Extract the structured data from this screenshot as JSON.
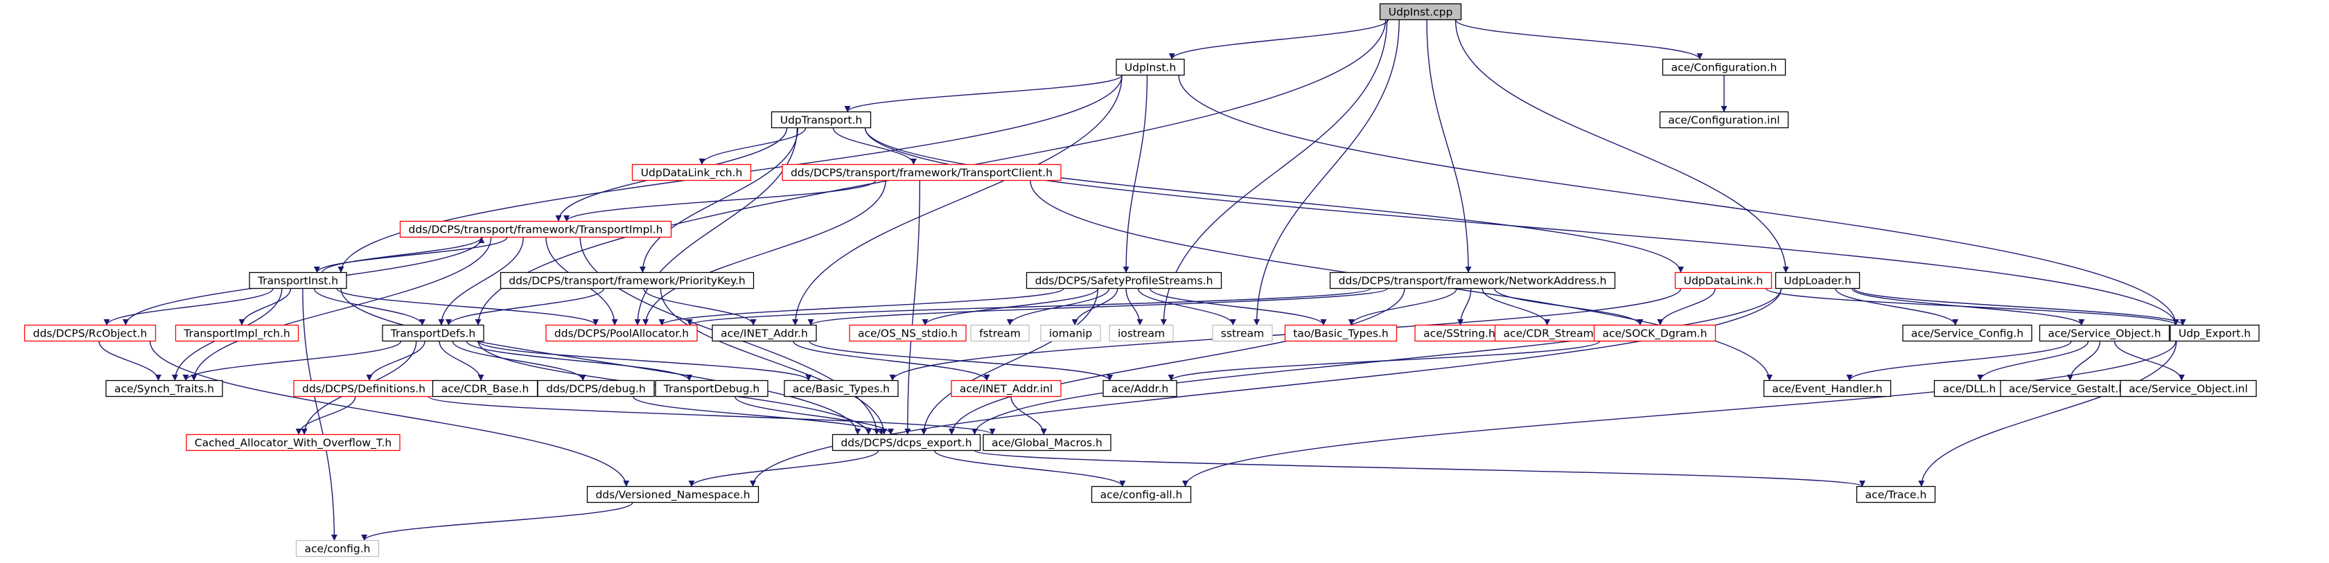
{
  "graph": {
    "colors": {
      "edge": "#191970",
      "node_border_black": "#000000",
      "node_border_red": "#ff0000",
      "node_border_gray": "#bfbfbf",
      "root_fill": "#bfbfbf",
      "node_fill": "#ffffff",
      "text": "#000000"
    },
    "nodes": [
      {
        "id": "udpinst_cpp",
        "label": "UdpInst.cpp",
        "style": "root"
      },
      {
        "id": "udpinst_h",
        "label": "UdpInst.h",
        "style": "black"
      },
      {
        "id": "ace_configuration_h",
        "label": "ace/Configuration.h",
        "style": "black"
      },
      {
        "id": "ace_configuration_inl",
        "label": "ace/Configuration.inl",
        "style": "black"
      },
      {
        "id": "udptransport_h",
        "label": "UdpTransport.h",
        "style": "black"
      },
      {
        "id": "udpdatalink_rch_h",
        "label": "UdpDataLink_rch.h",
        "style": "red"
      },
      {
        "id": "transportclient_h",
        "label": "dds/DCPS/transport/framework/TransportClient.h",
        "style": "red"
      },
      {
        "id": "transportimpl_h",
        "label": "dds/DCPS/transport/framework/TransportImpl.h",
        "style": "red"
      },
      {
        "id": "transportinst_h",
        "label": "TransportInst.h",
        "style": "black"
      },
      {
        "id": "prioritykey_h",
        "label": "dds/DCPS/transport/framework/PriorityKey.h",
        "style": "black"
      },
      {
        "id": "safetyprofilestreams_h",
        "label": "dds/DCPS/SafetyProfileStreams.h",
        "style": "black"
      },
      {
        "id": "networkaddress_h",
        "label": "dds/DCPS/transport/framework/NetworkAddress.h",
        "style": "black"
      },
      {
        "id": "udpdatalink_h",
        "label": "UdpDataLink.h",
        "style": "red"
      },
      {
        "id": "udploader_h",
        "label": "UdpLoader.h",
        "style": "black"
      },
      {
        "id": "rcobject_h",
        "label": "dds/DCPS/RcObject.h",
        "style": "red"
      },
      {
        "id": "transportimpl_rch_h",
        "label": "TransportImpl_rch.h",
        "style": "red"
      },
      {
        "id": "transportdefs_h",
        "label": "TransportDefs.h",
        "style": "black"
      },
      {
        "id": "poolallocator_h",
        "label": "dds/DCPS/PoolAllocator.h",
        "style": "red"
      },
      {
        "id": "ace_inet_addr_h",
        "label": "ace/INET_Addr.h",
        "style": "black"
      },
      {
        "id": "ace_os_ns_stdio_h",
        "label": "ace/OS_NS_stdio.h",
        "style": "red"
      },
      {
        "id": "fstream",
        "label": "fstream",
        "style": "gray"
      },
      {
        "id": "iomanip",
        "label": "iomanip",
        "style": "gray"
      },
      {
        "id": "iostream",
        "label": "iostream",
        "style": "gray"
      },
      {
        "id": "sstream",
        "label": "sstream",
        "style": "gray"
      },
      {
        "id": "tao_basic_types_h",
        "label": "tao/Basic_Types.h",
        "style": "red"
      },
      {
        "id": "ace_sstring_h",
        "label": "ace/SString.h",
        "style": "red"
      },
      {
        "id": "ace_cdr_stream_h",
        "label": "ace/CDR_Stream.h",
        "style": "red"
      },
      {
        "id": "ace_sock_dgram_h",
        "label": "ace/SOCK_Dgram.h",
        "style": "red"
      },
      {
        "id": "ace_service_config_h",
        "label": "ace/Service_Config.h",
        "style": "black"
      },
      {
        "id": "ace_service_object_h",
        "label": "ace/Service_Object.h",
        "style": "black"
      },
      {
        "id": "udp_export_h",
        "label": "Udp_Export.h",
        "style": "black"
      },
      {
        "id": "ace_synch_traits_h",
        "label": "ace/Synch_Traits.h",
        "style": "black"
      },
      {
        "id": "dds_definitions_h",
        "label": "dds/DCPS/Definitions.h",
        "style": "red"
      },
      {
        "id": "ace_cdr_base_h",
        "label": "ace/CDR_Base.h",
        "style": "black"
      },
      {
        "id": "dds_debug_h",
        "label": "dds/DCPS/debug.h",
        "style": "black"
      },
      {
        "id": "transportdebug_h",
        "label": "TransportDebug.h",
        "style": "black"
      },
      {
        "id": "ace_basic_types_h",
        "label": "ace/Basic_Types.h",
        "style": "black"
      },
      {
        "id": "ace_inet_addr_inl",
        "label": "ace/INET_Addr.inl",
        "style": "red"
      },
      {
        "id": "ace_addr_h",
        "label": "ace/Addr.h",
        "style": "black"
      },
      {
        "id": "ace_event_handler_h",
        "label": "ace/Event_Handler.h",
        "style": "black"
      },
      {
        "id": "ace_dll_h",
        "label": "ace/DLL.h",
        "style": "black"
      },
      {
        "id": "ace_service_gestalt_h",
        "label": "ace/Service_Gestalt.h",
        "style": "black"
      },
      {
        "id": "ace_service_object_inl",
        "label": "ace/Service_Object.inl",
        "style": "black"
      },
      {
        "id": "cached_allocator_h",
        "label": "Cached_Allocator_With_Overflow_T.h",
        "style": "red"
      },
      {
        "id": "dcps_export_h",
        "label": "dds/DCPS/dcps_export.h",
        "style": "black"
      },
      {
        "id": "ace_global_macros_h",
        "label": "ace/Global_Macros.h",
        "style": "black"
      },
      {
        "id": "versioned_namespace_h",
        "label": "dds/Versioned_Namespace.h",
        "style": "black"
      },
      {
        "id": "ace_config_all_h",
        "label": "ace/config-all.h",
        "style": "black"
      },
      {
        "id": "ace_trace_h",
        "label": "ace/Trace.h",
        "style": "black"
      },
      {
        "id": "ace_config_h",
        "label": "ace/config.h",
        "style": "gray"
      }
    ],
    "edges": [
      [
        "udpinst_cpp",
        "udpinst_h"
      ],
      [
        "udpinst_cpp",
        "ace_configuration_h"
      ],
      [
        "udpinst_cpp",
        "transportdefs_h"
      ],
      [
        "udpinst_cpp",
        "networkaddress_h"
      ],
      [
        "udpinst_cpp",
        "udploader_h"
      ],
      [
        "udpinst_cpp",
        "iostream"
      ],
      [
        "udpinst_cpp",
        "sstream"
      ],
      [
        "ace_configuration_h",
        "ace_configuration_inl"
      ],
      [
        "udpinst_h",
        "udptransport_h"
      ],
      [
        "udpinst_h",
        "transportinst_h"
      ],
      [
        "udpinst_h",
        "safetyprofilestreams_h"
      ],
      [
        "udpinst_h",
        "ace_inet_addr_h"
      ],
      [
        "udpinst_h",
        "udp_export_h"
      ],
      [
        "udptransport_h",
        "udpdatalink_rch_h"
      ],
      [
        "udptransport_h",
        "transportclient_h"
      ],
      [
        "udptransport_h",
        "transportimpl_h"
      ],
      [
        "udptransport_h",
        "prioritykey_h"
      ],
      [
        "udptransport_h",
        "poolallocator_h"
      ],
      [
        "udptransport_h",
        "udpdatalink_h"
      ],
      [
        "udptransport_h",
        "udp_export_h"
      ],
      [
        "transportclient_h",
        "transportimpl_h"
      ],
      [
        "transportclient_h",
        "poolallocator_h"
      ],
      [
        "transportclient_h",
        "dcps_export_h"
      ],
      [
        "transportclient_h",
        "ace_event_handler_h"
      ],
      [
        "transportimpl_h",
        "transportinst_h"
      ],
      [
        "transportimpl_h",
        "rcobject_h"
      ],
      [
        "transportimpl_h",
        "transportdefs_h"
      ],
      [
        "transportimpl_h",
        "poolallocator_h"
      ],
      [
        "transportimpl_h",
        "ace_synch_traits_h"
      ],
      [
        "transportimpl_h",
        "dcps_export_h"
      ],
      [
        "transportinst_h",
        "transportimpl_h"
      ],
      [
        "transportinst_h",
        "rcobject_h"
      ],
      [
        "transportinst_h",
        "transportimpl_rch_h"
      ],
      [
        "transportinst_h",
        "transportdefs_h"
      ],
      [
        "transportinst_h",
        "poolallocator_h"
      ],
      [
        "transportinst_h",
        "ace_synch_traits_h"
      ],
      [
        "transportinst_h",
        "dcps_export_h"
      ],
      [
        "transportinst_h",
        "ace_config_h"
      ],
      [
        "prioritykey_h",
        "transportdefs_h"
      ],
      [
        "prioritykey_h",
        "ace_inet_addr_h"
      ],
      [
        "prioritykey_h",
        "dcps_export_h"
      ],
      [
        "safetyprofilestreams_h",
        "poolallocator_h"
      ],
      [
        "safetyprofilestreams_h",
        "ace_os_ns_stdio_h"
      ],
      [
        "safetyprofilestreams_h",
        "fstream"
      ],
      [
        "safetyprofilestreams_h",
        "iomanip"
      ],
      [
        "safetyprofilestreams_h",
        "iostream"
      ],
      [
        "safetyprofilestreams_h",
        "sstream"
      ],
      [
        "safetyprofilestreams_h",
        "tao_basic_types_h"
      ],
      [
        "safetyprofilestreams_h",
        "dcps_export_h"
      ],
      [
        "networkaddress_h",
        "poolallocator_h"
      ],
      [
        "networkaddress_h",
        "ace_inet_addr_h"
      ],
      [
        "networkaddress_h",
        "tao_basic_types_h"
      ],
      [
        "networkaddress_h",
        "ace_sstring_h"
      ],
      [
        "networkaddress_h",
        "ace_cdr_stream_h"
      ],
      [
        "networkaddress_h",
        "ace_sock_dgram_h"
      ],
      [
        "networkaddress_h",
        "dcps_export_h"
      ],
      [
        "udpdatalink_h",
        "ace_sock_dgram_h"
      ],
      [
        "udpdatalink_h",
        "udp_export_h"
      ],
      [
        "udpdatalink_h",
        "ace_basic_types_h"
      ],
      [
        "udploader_h",
        "ace_service_config_h"
      ],
      [
        "udploader_h",
        "ace_service_object_h"
      ],
      [
        "udploader_h",
        "udp_export_h"
      ],
      [
        "udploader_h",
        "dcps_export_h"
      ],
      [
        "udploader_h",
        "versioned_namespace_h"
      ],
      [
        "rcobject_h",
        "ace_synch_traits_h"
      ],
      [
        "rcobject_h",
        "versioned_namespace_h"
      ],
      [
        "transportdefs_h",
        "ace_synch_traits_h"
      ],
      [
        "transportdefs_h",
        "dds_definitions_h"
      ],
      [
        "transportdefs_h",
        "ace_cdr_base_h"
      ],
      [
        "transportdefs_h",
        "dds_debug_h"
      ],
      [
        "transportdefs_h",
        "transportdebug_h"
      ],
      [
        "transportdefs_h",
        "ace_basic_types_h"
      ],
      [
        "transportdefs_h",
        "cached_allocator_h"
      ],
      [
        "transportdefs_h",
        "dcps_export_h"
      ],
      [
        "ace_inet_addr_h",
        "ace_inet_addr_inl"
      ],
      [
        "ace_inet_addr_h",
        "ace_addr_h"
      ],
      [
        "ace_sock_dgram_h",
        "ace_addr_h"
      ],
      [
        "ace_service_object_h",
        "ace_event_handler_h"
      ],
      [
        "ace_service_object_h",
        "ace_dll_h"
      ],
      [
        "ace_service_object_h",
        "ace_service_gestalt_h"
      ],
      [
        "ace_service_object_h",
        "ace_service_object_inl"
      ],
      [
        "udp_export_h",
        "ace_config_all_h"
      ],
      [
        "udp_export_h",
        "ace_trace_h"
      ],
      [
        "dds_definitions_h",
        "cached_allocator_h"
      ],
      [
        "dds_definitions_h",
        "ace_global_macros_h"
      ],
      [
        "dds_debug_h",
        "dcps_export_h"
      ],
      [
        "transportdebug_h",
        "dcps_export_h"
      ],
      [
        "ace_inet_addr_inl",
        "ace_global_macros_h"
      ],
      [
        "dcps_export_h",
        "versioned_namespace_h"
      ],
      [
        "dcps_export_h",
        "ace_config_all_h"
      ],
      [
        "dcps_export_h",
        "ace_trace_h"
      ],
      [
        "versioned_namespace_h",
        "ace_config_h"
      ]
    ]
  }
}
